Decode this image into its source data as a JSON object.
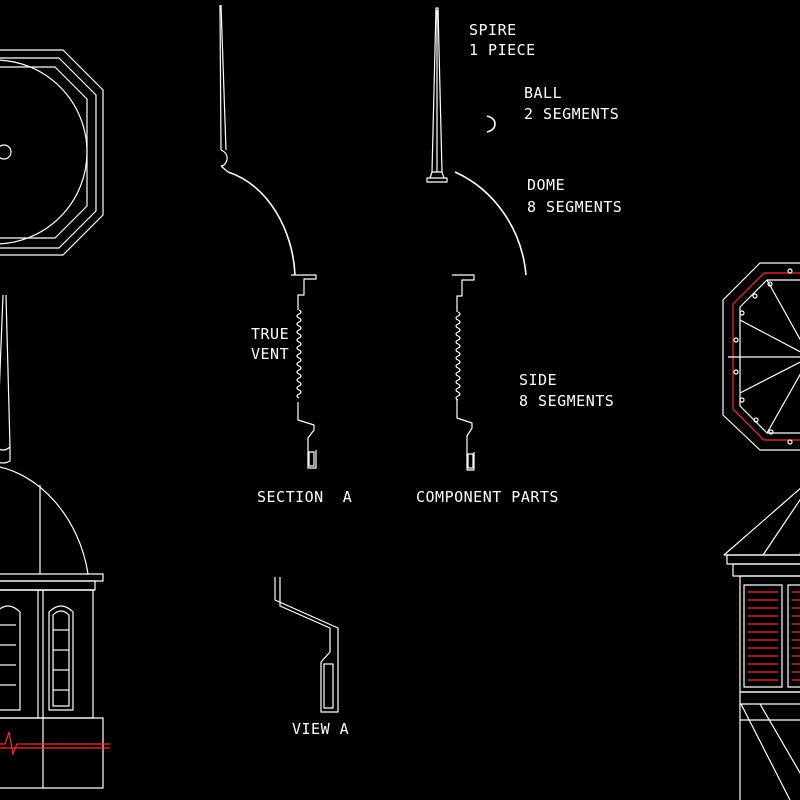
{
  "colors": {
    "background": "#000000",
    "line": "#ffffff",
    "accent": "#ff2a2a"
  },
  "labels": {
    "spire_1": "SPIRE",
    "spire_2": "1 PIECE",
    "ball_1": "BALL",
    "ball_2": "2 SEGMENTS",
    "dome_1": "DOME",
    "dome_2": "8 SEGMENTS",
    "vent_1": "TRUE",
    "vent_2": "VENT",
    "side_1": "SIDE",
    "side_2": "8 SEGMENTS",
    "section_a": "SECTION  A",
    "component_parts": "COMPONENT PARTS",
    "view_a": "VIEW A"
  }
}
